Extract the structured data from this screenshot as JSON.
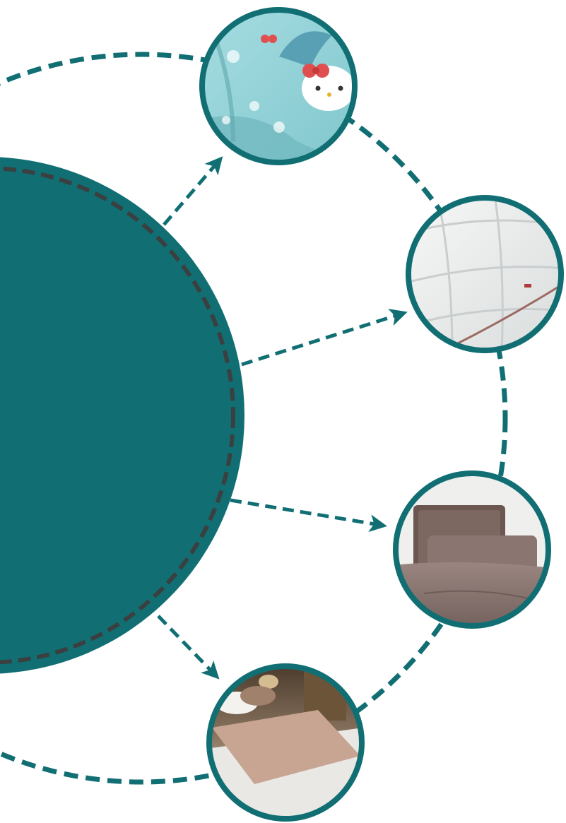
{
  "colors": {
    "teal": "#116f74",
    "dash_dark": "#3a3f40",
    "background": "#ffffff"
  },
  "hub": {
    "label": "",
    "icon": "solid-teal-circle"
  },
  "nodes": [
    {
      "id": "kids-bedding",
      "icon": "kids-cartoon-bedding-photo"
    },
    {
      "id": "down-duvet",
      "icon": "white-quilted-duvet-photo"
    },
    {
      "id": "pillows-sheets",
      "icon": "taupe-pillows-and-sheets-photo"
    },
    {
      "id": "bed-cover",
      "icon": "hotel-bed-with-throw-photo"
    }
  ]
}
